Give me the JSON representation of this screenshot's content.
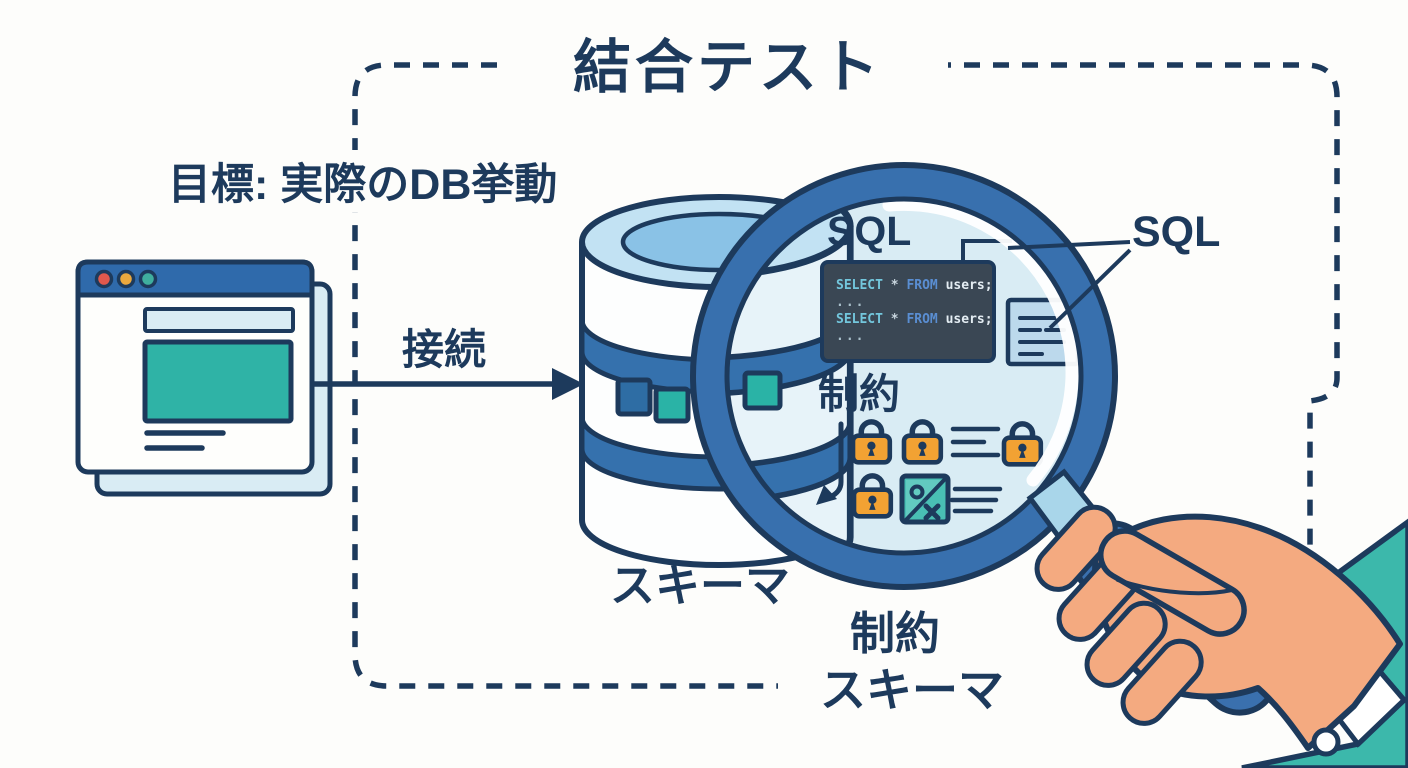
{
  "diagram": {
    "title": "結合テスト",
    "goal": "目標: 実際のDB挙動",
    "connection": "接続",
    "db_schema_label": "スキーマ",
    "bottom_constraints_label": "制約",
    "bottom_schema_label": "スキーマ"
  },
  "lens": {
    "sql_heading": "SQL",
    "constraints_heading": "制約"
  },
  "callout": {
    "sql_label": "SQL"
  },
  "sql_code": {
    "keyword_select": "SELECT",
    "star": "*",
    "keyword_from": "FROM",
    "table_ref": "users;",
    "ellipsis": "..."
  },
  "colors": {
    "navy_outline": "#1d3a5c",
    "medium_blue": "#3571ad",
    "light_blue": "#d9ecf4",
    "sky_blue": "#8ac2e6",
    "teal": "#2fb3a6",
    "lock_orange": "#f2a233",
    "skin": "#f4aa80",
    "code_background": "#3a4754",
    "highlight_white": "#ffffff"
  }
}
